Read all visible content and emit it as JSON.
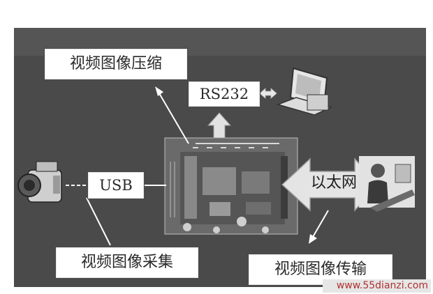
{
  "labels": {
    "compress": "视频图像压缩",
    "rs232": "RS232",
    "usb": "USB",
    "capture": "视频图像采集",
    "ethernet": "以太网",
    "transfer": "视频图像传输"
  },
  "watermark": "www.55dianzi.com",
  "icons": [
    "video-camera-icon",
    "computer-icon",
    "person-icon",
    "circuit-board-icon"
  ],
  "colors": {
    "panel": "#4a4a4a",
    "box_bg": "#ffffff",
    "watermark_text": "#b03030"
  }
}
